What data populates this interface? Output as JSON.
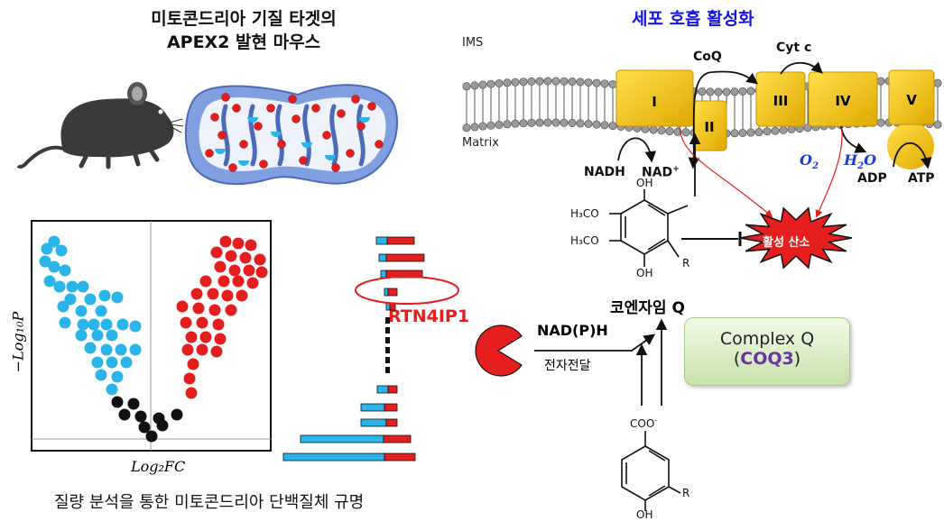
{
  "left_title": {
    "line1": "미토콘드리아 기질 타겟의",
    "line2": "APEX2 발현 마우스"
  },
  "right_title": "세포 호흡 활성화",
  "bottom_caption": "질량 분석을 통한 미토콘드리아 단백질체 규명",
  "volcano": {
    "xlabel": "Log₂FC",
    "ylabel": "−Log₁₀P"
  },
  "highlight_protein": "RTN4IP1",
  "membrane": {
    "ims_label": "IMS",
    "matrix_label": "Matrix",
    "complexes": [
      "I",
      "II",
      "III",
      "IV",
      "V"
    ],
    "coq_label": "CoQ",
    "cytc_label": "Cyt c",
    "nadh": "NADH",
    "nad": "NAD",
    "nad_sup": "+",
    "o2": "O",
    "o2_sub": "2",
    "h2o_h": "H",
    "h2o_sub": "2",
    "h2o_o": "O",
    "adp": "ADP",
    "atp": "ATP"
  },
  "ros_label": "활성 산소",
  "coenzyme_q_label": "코엔자임 Q",
  "nadph_label": "NAD(P)H",
  "electron_transfer_label": "전자전달",
  "complex_q": {
    "line1": "Complex Q",
    "open": "(",
    "coq3": "COQ3",
    "close": ")"
  },
  "chemistry": {
    "oh_top": "OH",
    "oh_bottom": "OH",
    "h3co_1": "H₃CO",
    "h3co_2": "H₃CO",
    "r1": "R",
    "coo": "COO",
    "coo_sup": "-",
    "r2": "R",
    "oh_base": "OH"
  },
  "colors": {
    "blue_dot": "#2bb4ea",
    "red_dot": "#e41e1e",
    "black_dot": "#111111",
    "complex_gold": "#f2c200",
    "title_blue": "#1414e6",
    "ros_red": "#e61e1e",
    "coq3_purple": "#6a32a3"
  },
  "icons": [
    "mouse-icon",
    "mitochondrion-icon",
    "volcano-plot",
    "bar-list",
    "pacman-icon",
    "ros-burst-icon"
  ]
}
